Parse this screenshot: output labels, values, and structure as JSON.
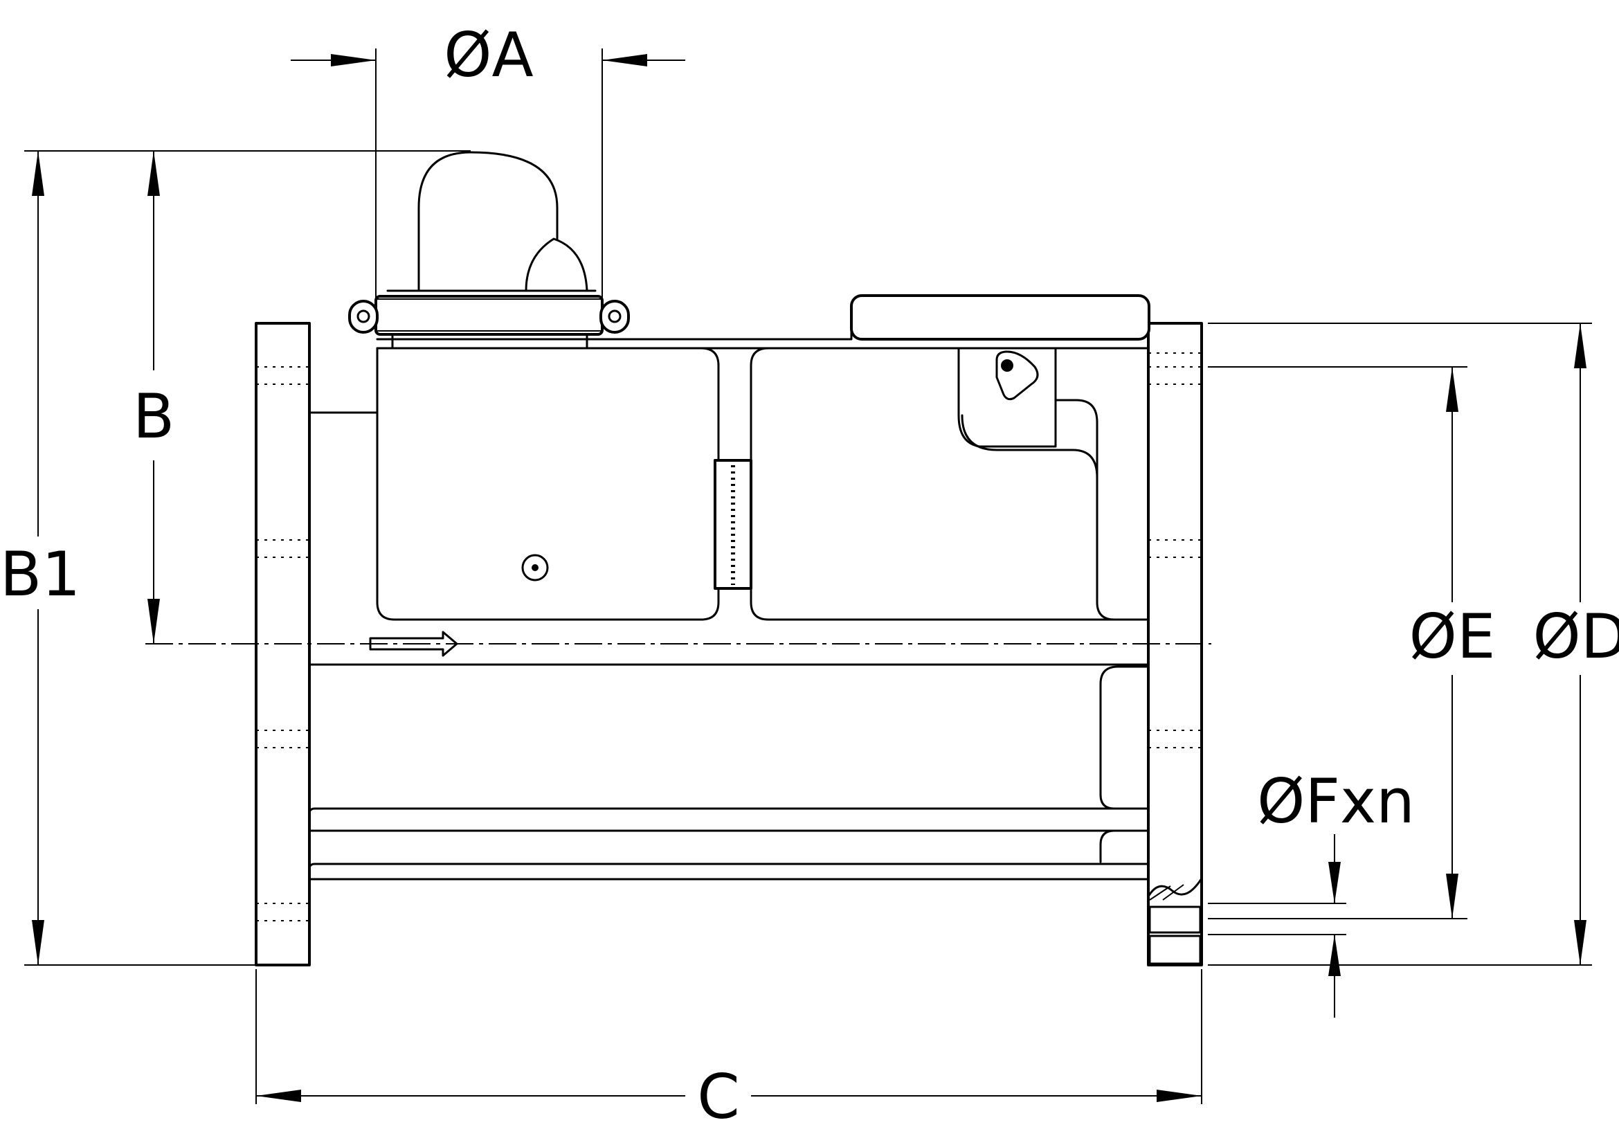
{
  "drawing": {
    "labels": {
      "dia_a": "ØA",
      "b": "B",
      "b1": "B1",
      "c": "C",
      "dia_d": "ØD",
      "dia_e": "ØE",
      "dia_fxn": "ØFxn"
    },
    "colors": {
      "line": "#000000",
      "background": "#ffffff"
    }
  }
}
